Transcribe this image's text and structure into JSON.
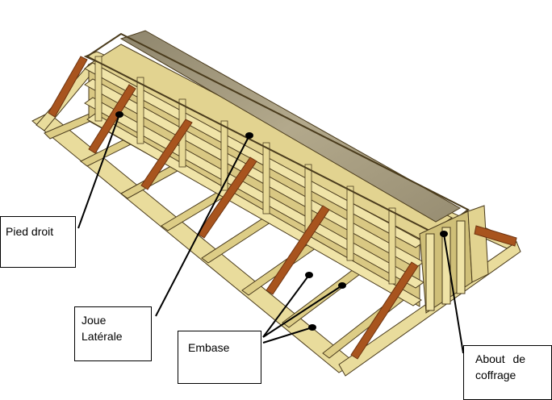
{
  "labels": {
    "pied_droit": "Pied droit",
    "joue_line1": "Joue",
    "joue_line2": "Latérale",
    "embase": "Embase",
    "about_line1": "About de",
    "about_line2": "coffrage"
  },
  "colors": {
    "timber_light": "#efe3a6",
    "timber_mid": "#d8c77e",
    "timber_shadow": "#b3a35c",
    "timber_outline": "#4a3b1c",
    "strut_brown": "#a8541e",
    "strut_dark": "#6e3410",
    "concrete_grey": "#a79d82",
    "leader_line": "#000000"
  }
}
